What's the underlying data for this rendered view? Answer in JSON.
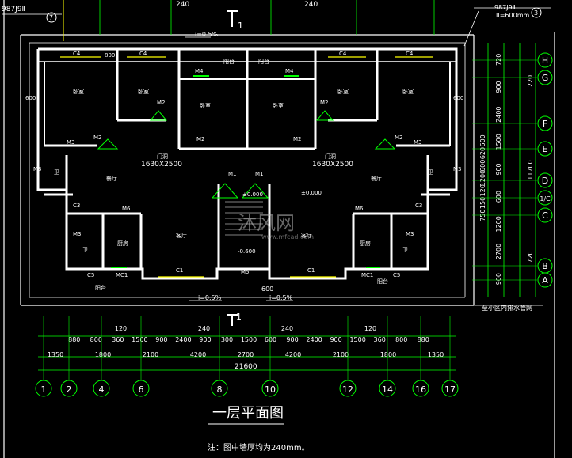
{
  "title": "一层平面图",
  "note": "注：图中墙厚均为240mm。",
  "side_note": "至小区内排水管网",
  "top_ref": "987J9Ⅱ",
  "top_ref_num": "7",
  "top_right_ref": "987J9Ⅱ",
  "top_right_ref_note": "II=600mm",
  "top_right_num": "3",
  "section_mark": "1",
  "slope_top": "i=0.5%",
  "slope_bottom_left": "i=0.5%",
  "slope_bottom_right": "i=0.5%",
  "stair_left": "门洞",
  "stair_left_size": "1630X2500",
  "stair_right": "门洞",
  "stair_right_size": "1630X2500",
  "elev_left": "±0.000",
  "elev_right": "±0.000",
  "elev_low": "-0.600",
  "top_dims": [
    "240",
    "240"
  ],
  "axes_bottom": [
    "1",
    "2",
    "4",
    "6",
    "8",
    "10",
    "12",
    "14",
    "16",
    "17"
  ],
  "axes_right": [
    "H",
    "G",
    "F",
    "E",
    "D",
    "1/C",
    "C",
    "B",
    "A"
  ],
  "dims_row1": [
    "120",
    "240",
    "240",
    "120"
  ],
  "dims_row2": [
    "880",
    "800",
    "360",
    "1500",
    "900",
    "2400",
    "900",
    "300",
    "1500",
    "600",
    "900",
    "2400",
    "900",
    "1500",
    "360",
    "800",
    "880"
  ],
  "dims_row3": [
    "1350",
    "1800",
    "2100",
    "4200",
    "2700",
    "4200",
    "2100",
    "1800",
    "1350"
  ],
  "dims_total": "21600",
  "dims_right_outer": [
    "1220",
    "11700",
    "720"
  ],
  "dims_right_inner": [
    "720",
    "900",
    "2400",
    "1500",
    "900",
    "600",
    "1200",
    "2700",
    "900"
  ],
  "dims_right_mid": [
    "600",
    "620",
    "600",
    "1200",
    "120",
    "150",
    "750"
  ],
  "rooms": {
    "bedroom": "卧室",
    "living": "客厅",
    "dining": "餐厅",
    "kitchen": "厨房",
    "toilet": "卫",
    "balcony": "阳台"
  },
  "labels": {
    "c4": "C4",
    "m2": "M2",
    "m3": "M3",
    "m4": "M4",
    "m1": "M1",
    "m5": "M5",
    "m6": "M6",
    "c1": "C1",
    "c5": "C5",
    "mc1": "MC1",
    "c3": "C3",
    "dim800": "800",
    "dim600": "600"
  },
  "watermark": "沐风网",
  "watermark_url": "www.mfcad.com",
  "colors": {
    "wall": "#ffffff",
    "dim": "#00ff00",
    "axis": "#00ff00",
    "window": "#ffff00",
    "door": "#00ff00",
    "bg": "#000000"
  }
}
